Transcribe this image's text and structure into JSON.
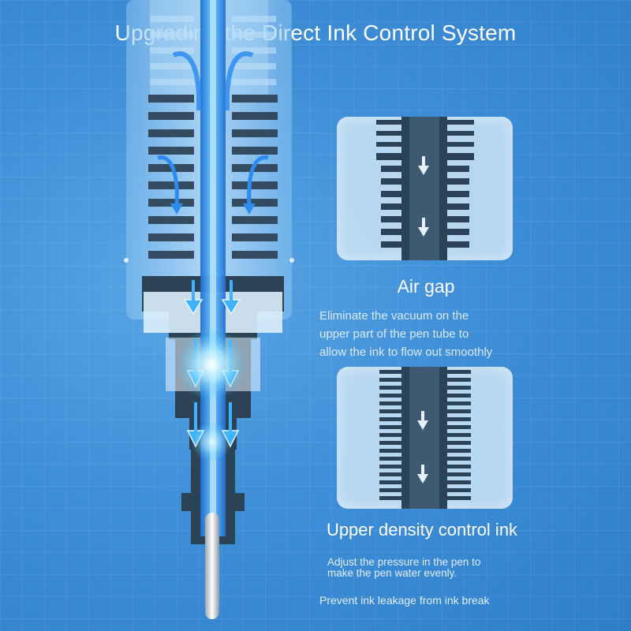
{
  "title": "Upgrading the Direct Ink Control System",
  "sections": {
    "air_gap": {
      "heading": "Air gap",
      "lines": [
        "Eliminate the vacuum on the",
        "upper part of the pen tube to",
        "allow the ink to flow out smoothly"
      ]
    },
    "upper_density": {
      "heading": "Upper density control ink",
      "adjust_lines": [
        "Adjust the pressure in the pen to",
        "make the pen water evenly."
      ],
      "prevent": "Prevent ink leakage from ink break"
    }
  },
  "colors": {
    "background": "#3f8fd8",
    "panel": "#cfe4f6",
    "structure_dark": "#2c4256",
    "ink_flow": "#3aa0ff",
    "title_text": "#ffffff"
  },
  "icons": [
    "down-arrow-icon",
    "curved-flow-arrow-icon"
  ]
}
